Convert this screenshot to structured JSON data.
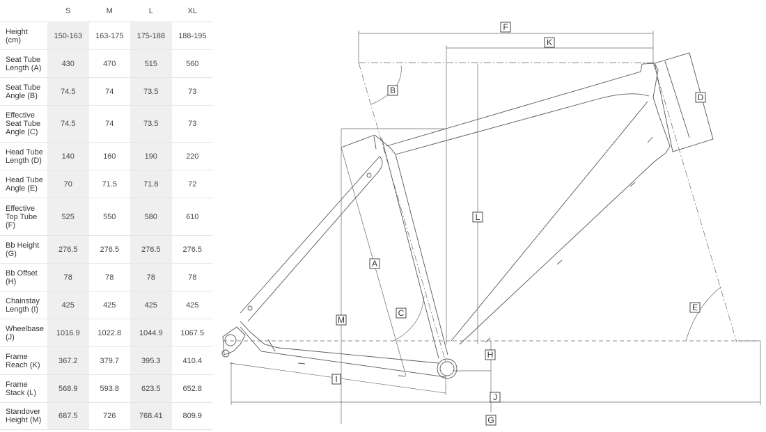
{
  "table": {
    "sizes": [
      "S",
      "M",
      "L",
      "XL"
    ],
    "rows": [
      {
        "label": "Height\n(cm)",
        "values": [
          "150-163",
          "163-175",
          "175-188",
          "188-195"
        ]
      },
      {
        "label": "Seat Tube\nLength (A)",
        "values": [
          "430",
          "470",
          "515",
          "560"
        ]
      },
      {
        "label": "Seat Tube\nAngle (B)",
        "values": [
          "74.5",
          "74",
          "73.5",
          "73"
        ]
      },
      {
        "label": "Effective\nSeat Tube\nAngle (C)",
        "values": [
          "74.5",
          "74",
          "73.5",
          "73"
        ]
      },
      {
        "label": "Head Tube\nLength (D)",
        "values": [
          "140",
          "160",
          "190",
          "220"
        ]
      },
      {
        "label": "Head Tube\nAngle (E)",
        "values": [
          "70",
          "71.5",
          "71.8",
          "72"
        ]
      },
      {
        "label": "Effective\nTop Tube\n(F)",
        "values": [
          "525",
          "550",
          "580",
          "610"
        ]
      },
      {
        "label": "Bb Height\n(G)",
        "values": [
          "276.5",
          "276.5",
          "276.5",
          "276.5"
        ]
      },
      {
        "label": "Bb Offset\n(H)",
        "values": [
          "78",
          "78",
          "78",
          "78"
        ]
      },
      {
        "label": "Chainstay\nLength (I)",
        "values": [
          "425",
          "425",
          "425",
          "425"
        ]
      },
      {
        "label": "Wheelbase\n(J)",
        "values": [
          "1016.9",
          "1022.8",
          "1044.9",
          "1067.5"
        ]
      },
      {
        "label": "Frame\nReach (K)",
        "values": [
          "367.2",
          "379.7",
          "395.3",
          "410.4"
        ]
      },
      {
        "label": "Frame\nStack (L)",
        "values": [
          "568.9",
          "593.8",
          "623.5",
          "652.8"
        ]
      },
      {
        "label": "Standover\nHeight (M)",
        "values": [
          "687.5",
          "726",
          "768.41",
          "809.9"
        ]
      }
    ]
  },
  "diagram": {
    "labels": {
      "A": "A",
      "B": "B",
      "C": "C",
      "D": "D",
      "E": "E",
      "F": "F",
      "G": "G",
      "H": "H",
      "I": "I",
      "J": "J",
      "K": "K",
      "L": "L",
      "M": "M"
    }
  }
}
